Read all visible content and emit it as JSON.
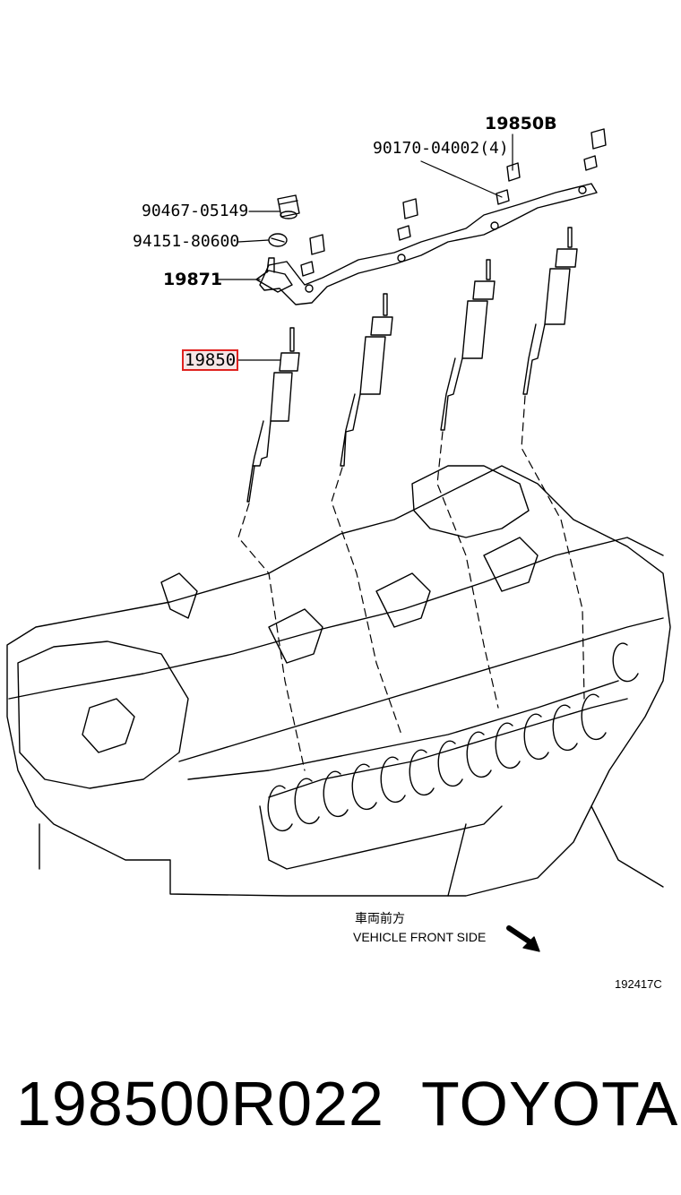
{
  "callouts": {
    "part_19850B": "19850B",
    "part_90170": "90170-04002(4)",
    "part_90467": "90467-05149",
    "part_94151": "94151-80600",
    "part_19871": "19871",
    "part_19850": "19850"
  },
  "direction_note": {
    "japanese": "車両前方",
    "english": "VEHICLE FRONT SIDE"
  },
  "figure_id": "192417C",
  "footer": {
    "part_number": "198500R022",
    "brand": "TOYOTA"
  },
  "colors": {
    "line": "#000000",
    "highlight_border": "#e0221f",
    "highlight_fill": "#f6e6e6"
  }
}
